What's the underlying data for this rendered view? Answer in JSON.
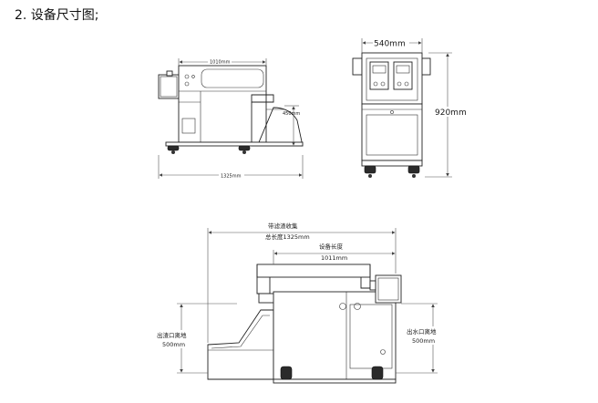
{
  "heading": "2. 设备尺寸图;",
  "side_view": {
    "width_label": "1010mm",
    "height_label": "450mm",
    "total_label": "1325mm"
  },
  "front_view": {
    "width_label": "540mm",
    "height_label": "920mm"
  },
  "lower_view": {
    "total_line1": "带滤渣收集",
    "total_line2": "总长度1325mm",
    "device_line1": "设备长度",
    "device_line2": "1011mm",
    "left_line1": "出渣口离地",
    "left_line2": "500mm",
    "right_line1": "出水口离地",
    "right_line2": "500mm"
  }
}
